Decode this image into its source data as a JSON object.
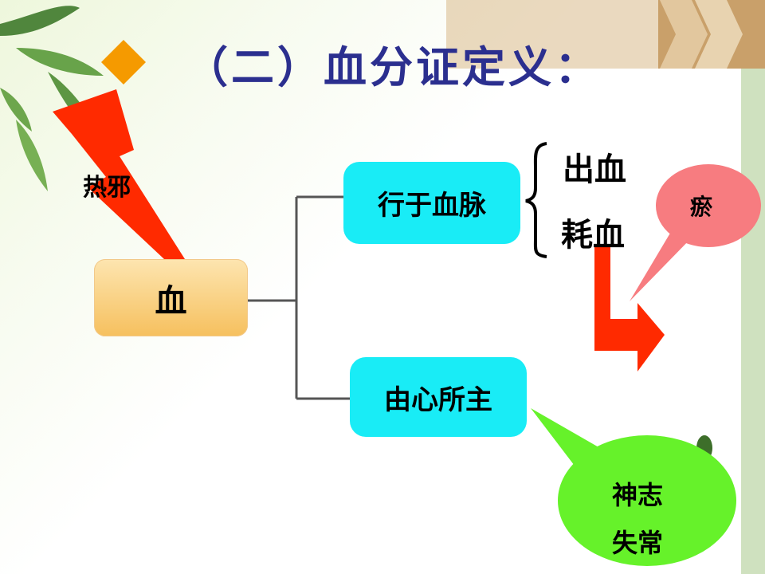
{
  "title": "（二）血分证定义：",
  "heat_evil": "热邪",
  "blood": "血",
  "branches": {
    "vessel": "行于血脉",
    "heart": "由心所主"
  },
  "outcomes": {
    "bleeding": "出血",
    "consumption": "耗血"
  },
  "callouts": {
    "stasis": "瘀",
    "spirit_line1": "神志",
    "spirit_line2": "失常"
  },
  "colors": {
    "title": "#2b2f8f",
    "cyan_box": "#19ecf6",
    "orange_box": "#f6c05e",
    "red_arrow": "#ff2a00",
    "pink_bubble": "#f77c80",
    "green_bubble": "#66f22a",
    "bullet": "#f59a00"
  },
  "icons": [
    "diamond-bullet-icon",
    "lightning-arrow-icon",
    "bent-arrow-icon",
    "brace-icon",
    "leaf-decoration-icon"
  ]
}
